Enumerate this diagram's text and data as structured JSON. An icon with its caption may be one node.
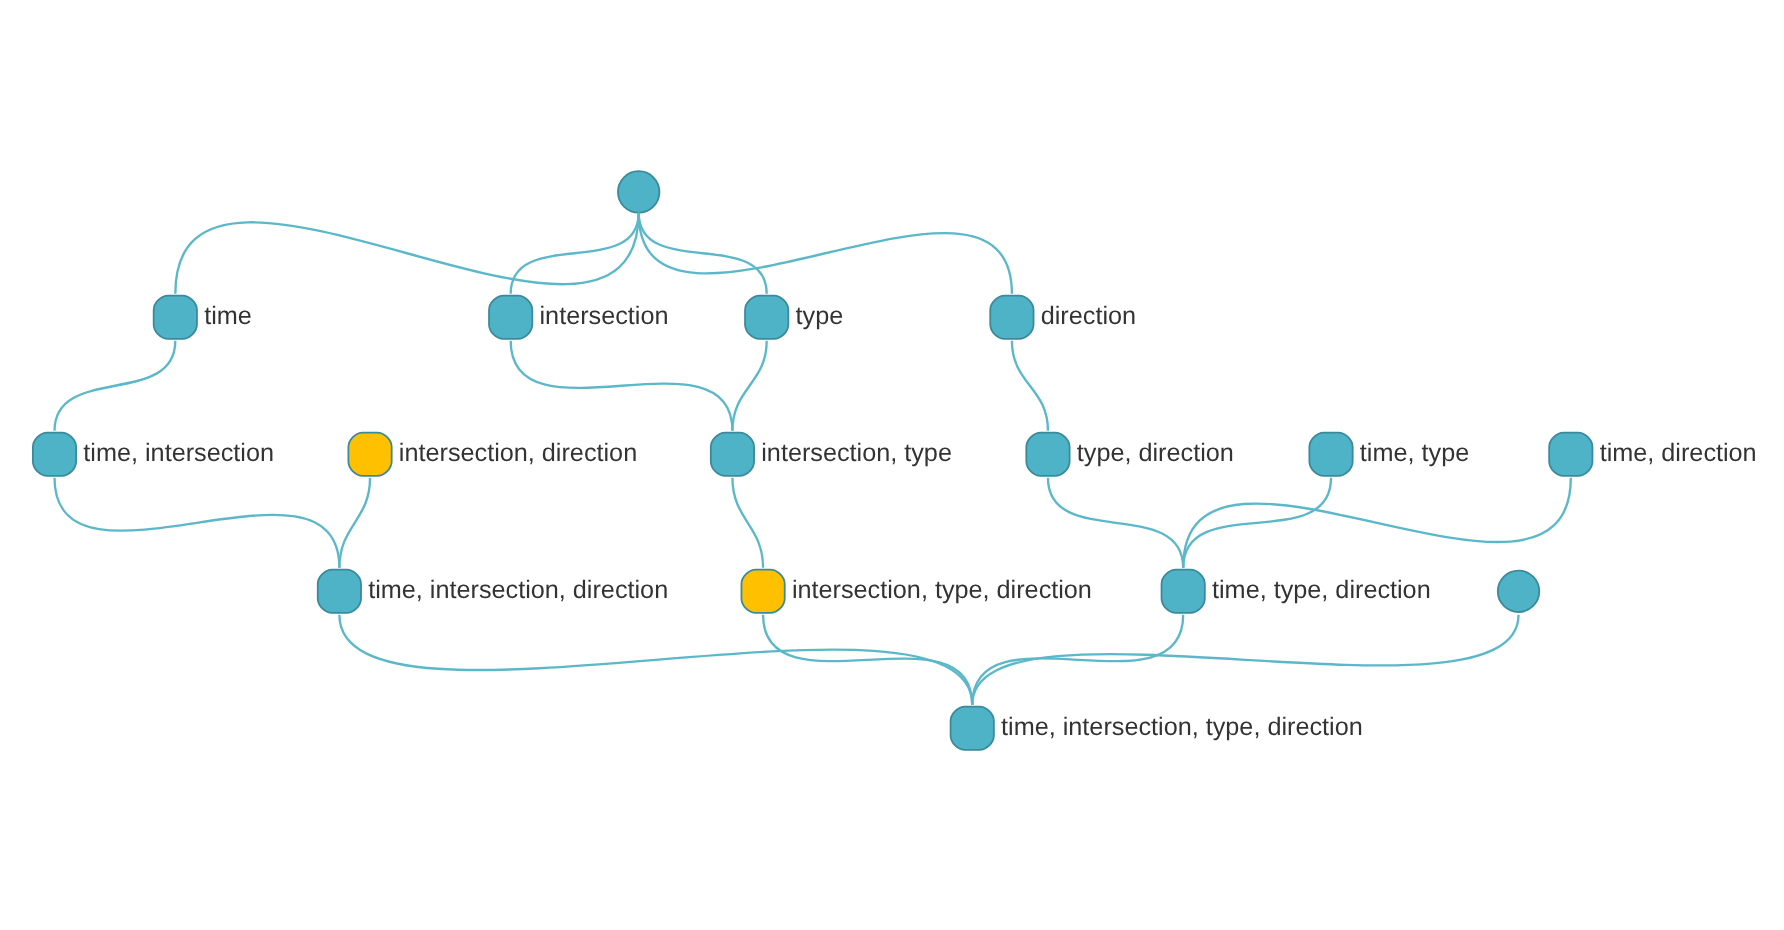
{
  "diagram": {
    "nodes": [
      {
        "text": [],
        "shape": "circle"
      },
      {
        "text": [],
        "shape": "circle",
        "beside": [
          "time"
        ]
      },
      {
        "text": [],
        "shape": "circle",
        "beside": [
          "intersection"
        ]
      },
      {
        "text": [],
        "shape": "circle",
        "beside": [
          "type"
        ]
      },
      {
        "text": [],
        "shape": "circle",
        "beside": [
          "direction"
        ]
      },
      {
        "text": [],
        "shape": "circle",
        "beside": [
          "time, intersection"
        ]
      },
      {
        "text": [],
        "shape": "circle",
        "beside": [
          "time, type"
        ]
      },
      {
        "text": [],
        "shape": "circle",
        "beside": [
          "time, direction"
        ]
      },
      {
        "text": [],
        "shape": "circle",
        "beside": [
          "intersection, type"
        ]
      },
      {
        "text": [],
        "shape": "circle",
        "beside": [
          "intersection, direction"
        ]
      },
      {
        "text": [],
        "shape": "circle",
        "beside": [
          "type, direction"
        ]
      },
      {
        "text": [],
        "shape": "circle",
        "beside": [
          "intersection, type, direction"
        ]
      },
      {
        "text": [],
        "shape": "circle",
        "beside": [
          "time, type, direction"
        ]
      },
      {
        "text": [],
        "shape": "circle",
        "beside": [
          "time, intersection, direction"
        ]
      },
      {
        "text": [],
        "shape": "circle"
      },
      {
        "text": [],
        "shape": "circle",
        "beside": [
          "time, intersection, type, direction"
        ]
      }
    ],
    "edges": [
      {
        "from": 0,
        "to": 1,
        "arrow": "none"
      },
      {
        "from": 0,
        "to": 2,
        "arrow": "none"
      },
      {
        "from": 0,
        "to": 3,
        "arrow": "none"
      },
      {
        "from": 0,
        "to": 4,
        "arrow": "none"
      },
      {
        "from": 1,
        "to": 5,
        "arrow": "none"
      },
      {
        "from": 2,
        "to": 8,
        "arrow": "none"
      },
      {
        "from": 3,
        "to": 8,
        "arrow": "none"
      },
      {
        "from": 4,
        "to": 10,
        "arrow": "none"
      },
      {
        "from": 5,
        "to": 13,
        "arrow": "none"
      },
      {
        "from": 6,
        "to": 12,
        "arrow": "none"
      },
      {
        "from": 7,
        "to": 12,
        "arrow": "none"
      },
      {
        "from": 8,
        "to": 11,
        "arrow": "none"
      },
      {
        "from": 9,
        "to": 13,
        "arrow": "none"
      },
      {
        "from": 10,
        "to": 12,
        "arrow": "none"
      },
      {
        "from": 11,
        "to": 15,
        "arrow": "none"
      },
      {
        "from": 12,
        "to": 15,
        "arrow": "none"
      },
      {
        "from": 13,
        "to": 15,
        "arrow": "none"
      },
      {
        "from": 14,
        "to": 15,
        "arrow": "none"
      }
    ]
  }
}
